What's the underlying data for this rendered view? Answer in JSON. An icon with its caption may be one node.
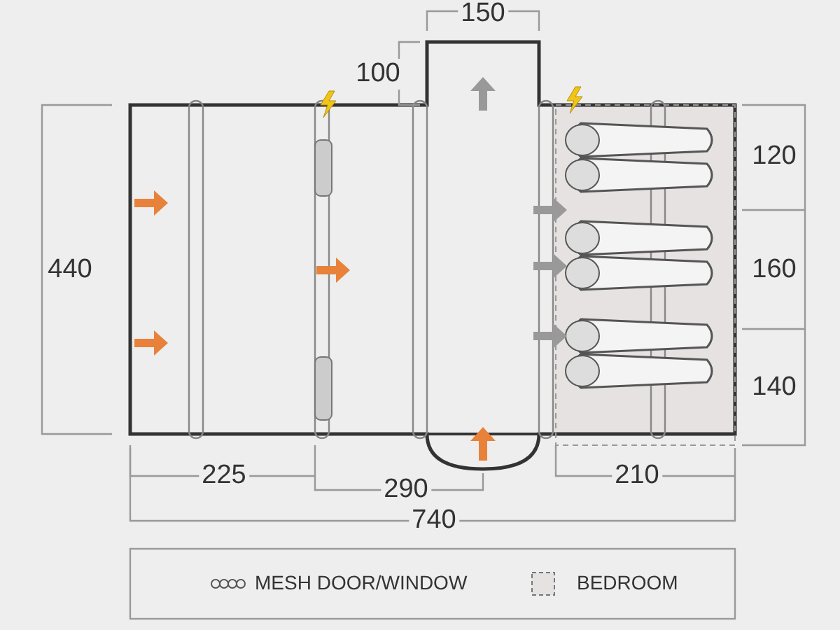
{
  "diagram": {
    "labels": [
      "150",
      "100",
      "440",
      "120",
      "160",
      "140",
      "225",
      "290",
      "210",
      "740"
    ],
    "legend": [
      {
        "text": "MESH DOOR/WINDOW"
      },
      {
        "text": "BEDROOM"
      }
    ]
  }
}
